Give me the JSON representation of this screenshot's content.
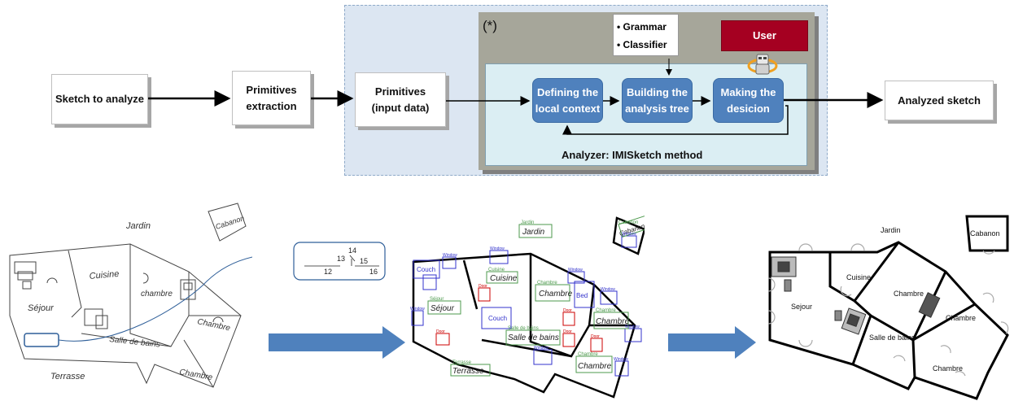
{
  "flow": {
    "sketch_to_analyze": "Sketch to analyze",
    "primitives_extraction": [
      "Primitives",
      "extraction"
    ],
    "primitives_input": [
      "Primitives",
      "(input data)"
    ],
    "analyzed_sketch": "Analyzed sketch"
  },
  "analyzer": {
    "star_label": "(*)",
    "knowledge_items": [
      "Grammar",
      "Classifier"
    ],
    "user_label": "User",
    "steps": [
      [
        "Defining the",
        "local context"
      ],
      [
        "Building the",
        "analysis tree"
      ],
      [
        "Making the",
        "desicion"
      ]
    ],
    "method_label": "Analyzer: IMISketch method"
  },
  "sketch": {
    "labels": [
      "Jardin",
      "Cabanon",
      "Cuisine",
      "Séjour",
      "chambre",
      "Chambre",
      "Salle de bains",
      "Chambre",
      "Terrasse"
    ]
  },
  "zoom": {
    "numbers": [
      "14",
      "13",
      "15",
      "12",
      "16"
    ]
  },
  "analysis": {
    "rooms": [
      {
        "tag": "Jardin",
        "text": "Jardin"
      },
      {
        "tag": "Cabanon",
        "text": "Cabanon"
      },
      {
        "tag": "Cuisine",
        "text": "Cuisine"
      },
      {
        "tag": "Séjour",
        "text": "Séjour"
      },
      {
        "tag": "Chambre",
        "text": "Chambre"
      },
      {
        "tag": "Chambre",
        "text": "Chambre"
      },
      {
        "tag": "Salle de bains",
        "text": "Salle de bains"
      },
      {
        "tag": "Chambre",
        "text": "Chambre"
      },
      {
        "tag": "Terrasse",
        "text": "Terrasse"
      }
    ],
    "objects": [
      "Couch",
      "Bed",
      "Couch"
    ],
    "window_tag": "Window",
    "door_tag": "Door"
  },
  "result": {
    "labels": [
      "Jardin",
      "Cabanon",
      "Cuisine",
      "Chambre",
      "Sejour",
      "Chambre",
      "Salle de bains",
      "Chambre"
    ]
  },
  "colors": {
    "outer_panel": "#dce6f2",
    "grey_panel": "#a6a69a",
    "inner_panel": "#dbeef3",
    "step_blue": "#4f81bd",
    "user_red": "#a50021",
    "green_tag": "#4d9a4d",
    "blue_tag": "#3333cc",
    "red_tag": "#cc0000",
    "arrow_blue": "#4f81bd"
  }
}
